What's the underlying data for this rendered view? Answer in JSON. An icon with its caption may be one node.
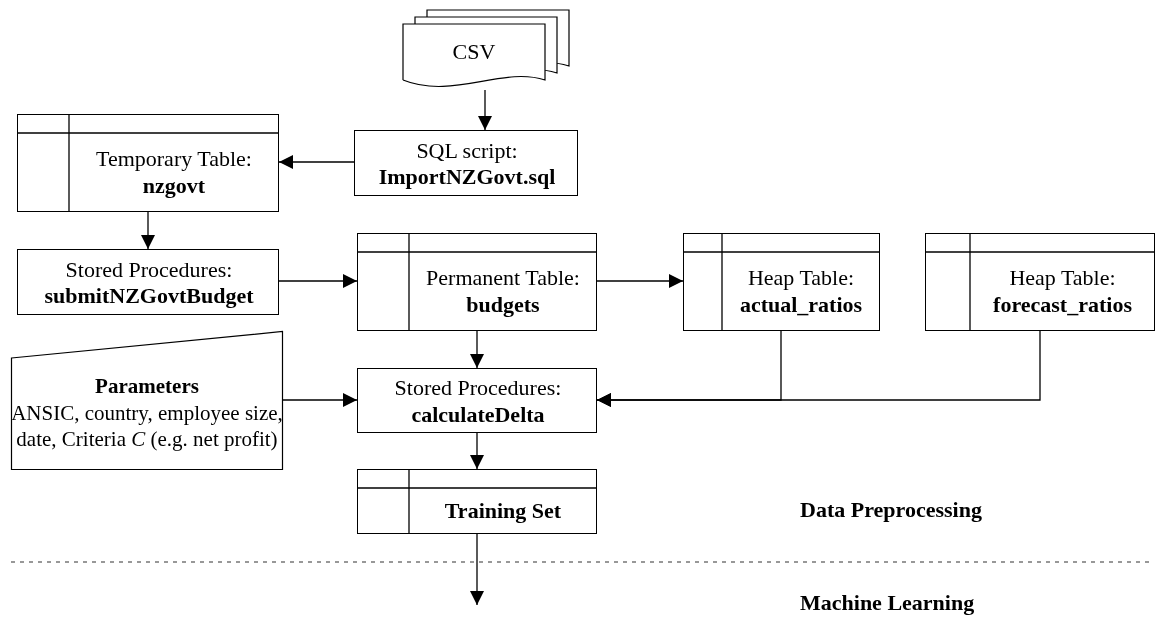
{
  "diagram": {
    "nodes": [
      {
        "text": [
          "CSV"
        ]
      },
      {
        "text": [
          "SQL script:",
          "ImportNZGovt.sql"
        ]
      },
      {
        "text": [
          "Temporary Table:",
          "nzgovt"
        ]
      },
      {
        "text": [
          "Stored Procedures:",
          "submitNZGovtBudget"
        ]
      },
      {
        "text": [
          "Permanent Table:",
          "budgets"
        ]
      },
      {
        "text": [
          "Heap Table:",
          "actual_ratios"
        ]
      },
      {
        "text": [
          "Heap Table:",
          "forecast_ratios"
        ]
      },
      {
        "text": [
          "Parameters",
          "ANSIC, country, employee size, date, Criteria *C* (e.g. net profit)"
        ]
      },
      {
        "text": [
          "Stored Procedures:",
          "calculateDelta"
        ]
      },
      {
        "text": [
          "Training Set"
        ]
      }
    ],
    "edges": [
      {
        "from": 0,
        "to": 1,
        "arrow": "to"
      },
      {
        "from": 1,
        "to": 2,
        "arrow": "to"
      },
      {
        "from": 2,
        "to": 3,
        "arrow": "to"
      },
      {
        "from": 3,
        "to": 4,
        "arrow": "to"
      },
      {
        "from": 4,
        "to": 5,
        "arrow": "to"
      },
      {
        "from": 4,
        "to": 8,
        "arrow": "to"
      },
      {
        "from": 5,
        "to": 8,
        "arrow": "to"
      },
      {
        "from": 6,
        "to": 8,
        "arrow": "to"
      },
      {
        "from": 7,
        "to": 8,
        "arrow": "to"
      },
      {
        "from": 9,
        "to": null,
        "arrow": "to"
      },
      {
        "from": 8,
        "to": 9,
        "arrow": "to"
      }
    ],
    "labels": [
      "Data Preprocessing",
      "Machine Learning"
    ]
  }
}
